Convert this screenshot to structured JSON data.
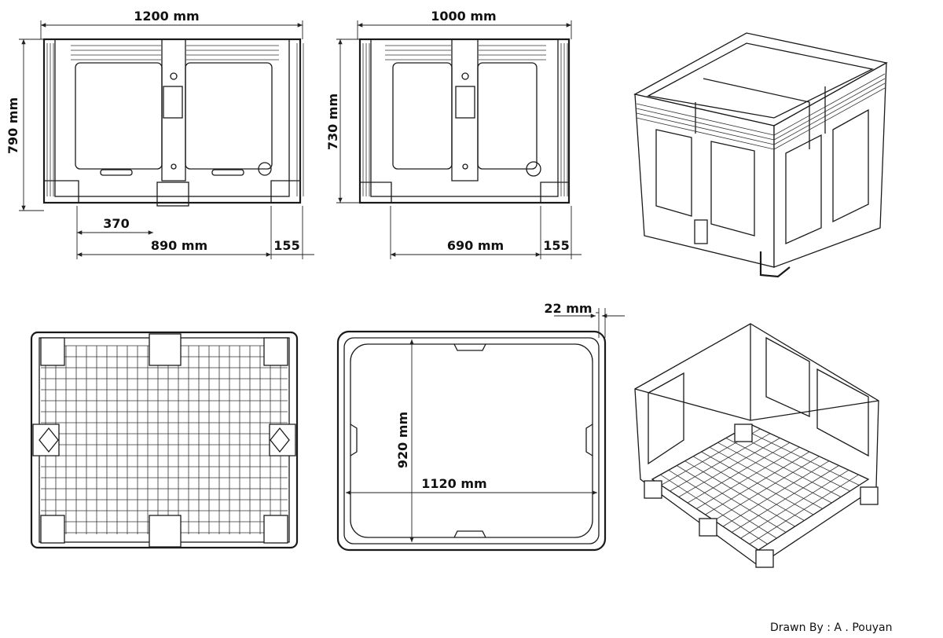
{
  "front_view": {
    "width_label": "1200 mm",
    "height_label": "790 mm",
    "fork_spacing_label": "370",
    "inner_span_label": "890 mm",
    "leg_label": "155"
  },
  "side_view": {
    "width_label": "1000 mm",
    "height_label": "730 mm",
    "inner_span_label": "690 mm",
    "leg_label": "155"
  },
  "top_view": {
    "wall_label": "22 mm",
    "inner_depth_label": "920 mm",
    "inner_width_label": "1120 mm"
  },
  "credit": "Drawn By : A . Pouyan"
}
